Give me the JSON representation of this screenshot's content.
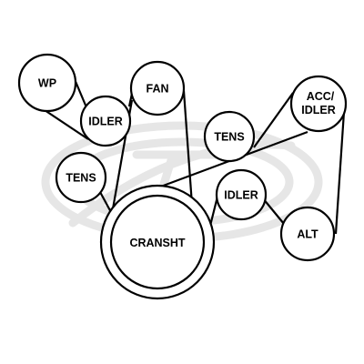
{
  "diagram": {
    "line_color": "#000000",
    "watermark_color": "#e6e6e6",
    "pulleys": {
      "wp": "WP",
      "idler_upper": "IDLER",
      "fan": "FAN",
      "tens_upper": "TENS",
      "acc_idler_line1": "ACC/",
      "acc_idler_line2": "IDLER",
      "tens_left": "TENS",
      "idler_lower": "IDLER",
      "crankshaft": "CRANSHT",
      "alt": "ALT"
    }
  }
}
